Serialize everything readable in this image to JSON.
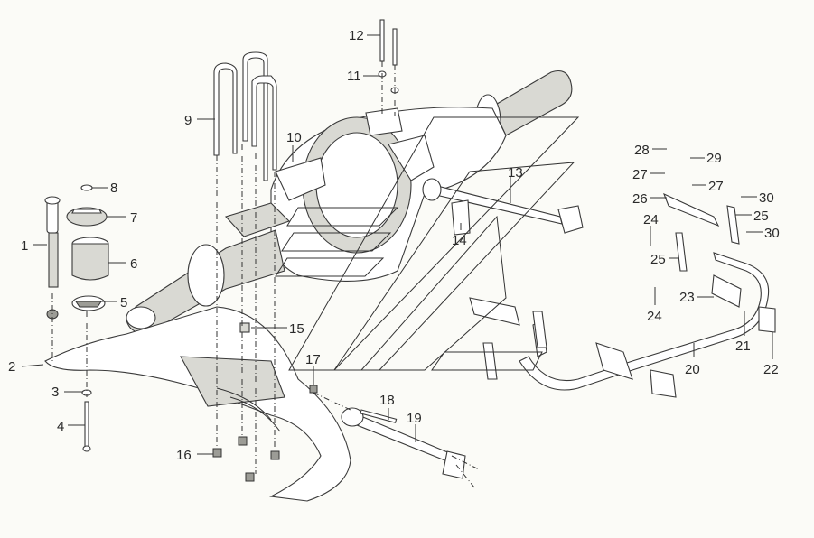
{
  "diagram": {
    "callouts": [
      "1",
      "2",
      "3",
      "4",
      "5",
      "6",
      "7",
      "8",
      "9",
      "10",
      "11",
      "12",
      "13",
      "14",
      "15",
      "16",
      "17",
      "18",
      "19",
      "20",
      "21",
      "22",
      "23",
      "24",
      "24",
      "25",
      "25",
      "26",
      "27",
      "27",
      "28",
      "29",
      "30",
      "30"
    ]
  }
}
